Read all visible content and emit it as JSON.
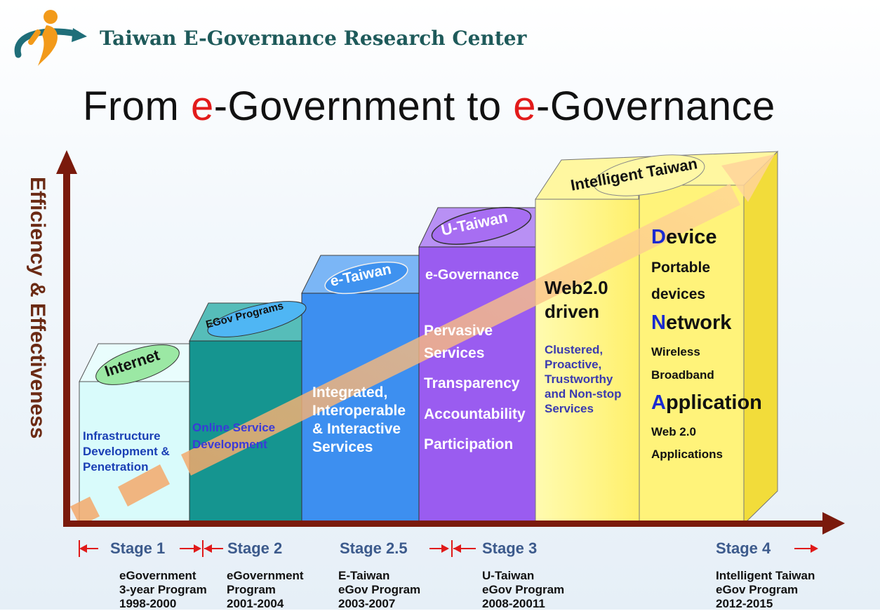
{
  "header": {
    "org_name": "Taiwan E-Governance Research Center"
  },
  "title": {
    "part1": "From ",
    "e1": "e",
    "part2": "-Government to ",
    "e2": "e",
    "part3": "-Governance"
  },
  "axis": {
    "y_label": "Efficiency & Effectiveness"
  },
  "blocks": [
    {
      "tag": "Internet",
      "lines": [
        "Infrastructure",
        "Development &",
        "Penetration"
      ]
    },
    {
      "tag": "EGov Programs",
      "lines": [
        "Online Service",
        "Development"
      ]
    },
    {
      "tag": "e-Taiwan",
      "lines": [
        "Integrated,",
        "Interoperable",
        "& Interactive",
        "Services"
      ]
    },
    {
      "tag": "U-Taiwan",
      "heading": "e-Governance",
      "lines": [
        "Pervasive",
        "Services",
        "Transparency",
        "Accountability",
        "Participation"
      ]
    },
    {
      "tag": "Intelligent Taiwan",
      "heading1": "Web2.0",
      "heading2": "driven",
      "lines": [
        "Clustered,",
        "Proactive,",
        "Trustworthy",
        "and Non-stop",
        "Services"
      ]
    },
    {
      "d_initial": "D",
      "d_rest": "evice",
      "d_sub1": "Portable",
      "d_sub2": "devices",
      "n_initial": "N",
      "n_rest": "etwork",
      "n_sub1": "Wireless",
      "n_sub2": "Broadband",
      "a_initial": "A",
      "a_rest": "pplication",
      "a_sub1": "Web 2.0",
      "a_sub2": "Applications"
    }
  ],
  "stages": [
    "Stage 1",
    "Stage 2",
    "Stage 2.5",
    "Stage 3",
    "Stage 4"
  ],
  "programs": [
    "eGovernment\n3-year Program\n1998-2000",
    "eGovernment\nProgram\n2001-2004",
    "E-Taiwan\neGov Program\n2003-2007",
    "U-Taiwan\neGov Program\n2008-20011",
    "Intelligent  Taiwan\neGov Program\n2012-2015"
  ],
  "colors": {
    "internet": "#d9fbfb",
    "egov": "#1d9a96",
    "etaiwan": "#3d8ff0",
    "utaiwan": "#9a5cf0",
    "intelligent": "#fff380",
    "arrow": "#f4b77a",
    "axis": "#7a1a0c"
  }
}
